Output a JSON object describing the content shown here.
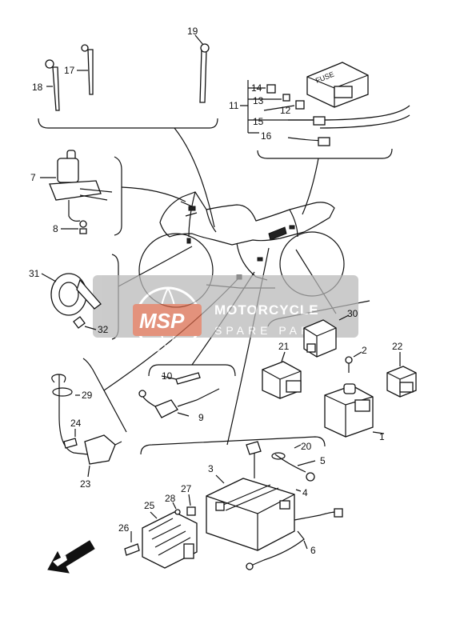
{
  "watermark": {
    "logo": "MSP",
    "line1": "MOTORCYCLE",
    "line2": "SPARE PARTS"
  },
  "fuse_box_label": "FUSE",
  "callouts": [
    {
      "id": "c1",
      "text": "1"
    },
    {
      "id": "c2",
      "text": "2"
    },
    {
      "id": "c3",
      "text": "3"
    },
    {
      "id": "c4",
      "text": "4"
    },
    {
      "id": "c5",
      "text": "5"
    },
    {
      "id": "c6",
      "text": "6"
    },
    {
      "id": "c7",
      "text": "7"
    },
    {
      "id": "c8",
      "text": "8"
    },
    {
      "id": "c9",
      "text": "9"
    },
    {
      "id": "c10",
      "text": "10"
    },
    {
      "id": "c11",
      "text": "11"
    },
    {
      "id": "c12",
      "text": "12"
    },
    {
      "id": "c13",
      "text": "13"
    },
    {
      "id": "c14",
      "text": "14"
    },
    {
      "id": "c15",
      "text": "15"
    },
    {
      "id": "c16",
      "text": "16"
    },
    {
      "id": "c17",
      "text": "17"
    },
    {
      "id": "c18",
      "text": "18"
    },
    {
      "id": "c19",
      "text": "19"
    },
    {
      "id": "c20",
      "text": "20"
    },
    {
      "id": "c21",
      "text": "21"
    },
    {
      "id": "c22",
      "text": "22"
    },
    {
      "id": "c23",
      "text": "23"
    },
    {
      "id": "c24",
      "text": "24"
    },
    {
      "id": "c25",
      "text": "25"
    },
    {
      "id": "c26",
      "text": "26"
    },
    {
      "id": "c27",
      "text": "27"
    },
    {
      "id": "c28",
      "text": "28"
    },
    {
      "id": "c29",
      "text": "29"
    },
    {
      "id": "c30",
      "text": "30"
    },
    {
      "id": "c31",
      "text": "31"
    },
    {
      "id": "c32",
      "text": "32"
    }
  ]
}
